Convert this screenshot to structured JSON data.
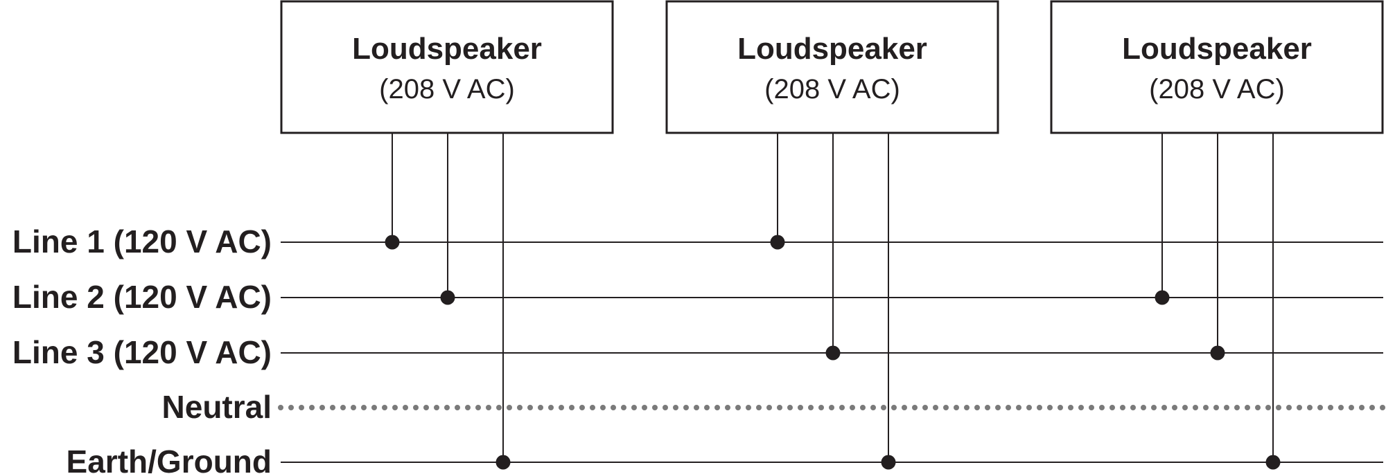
{
  "loudspeakers": [
    {
      "title": "Loudspeaker",
      "subtitle": "(208 V AC)",
      "connections": [
        "line1",
        "line2",
        "ground"
      ]
    },
    {
      "title": "Loudspeaker",
      "subtitle": "(208 V AC)",
      "connections": [
        "line1",
        "line3",
        "ground"
      ]
    },
    {
      "title": "Loudspeaker",
      "subtitle": "(208 V AC)",
      "connections": [
        "line2",
        "line3",
        "ground"
      ]
    }
  ],
  "buses": [
    {
      "id": "line1",
      "label": "Line 1 (120 V AC)",
      "style": "solid"
    },
    {
      "id": "line2",
      "label": "Line 2 (120 V AC)",
      "style": "solid"
    },
    {
      "id": "line3",
      "label": "Line 3 (120 V AC)",
      "style": "solid"
    },
    {
      "id": "neutral",
      "label": "Neutral",
      "style": "dotted"
    },
    {
      "id": "ground",
      "label": "Earth/Ground",
      "style": "solid"
    }
  ],
  "colors": {
    "line": "#231f20",
    "neutral": "#7a7a7a",
    "background": "#ffffff"
  }
}
